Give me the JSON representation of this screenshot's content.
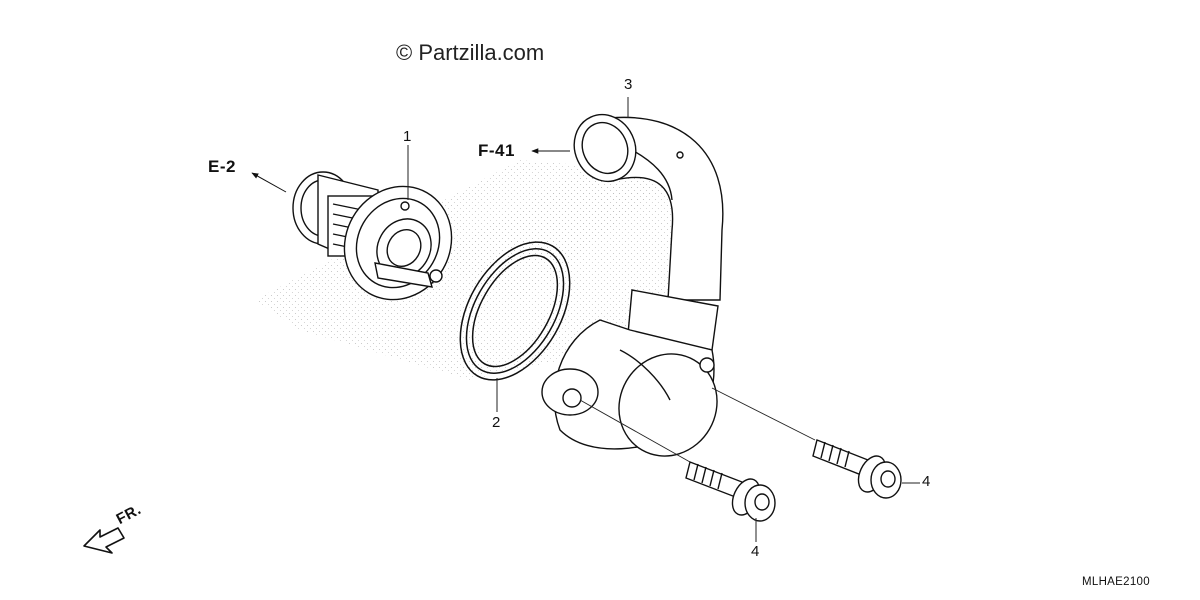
{
  "watermark": "© Partzilla.com",
  "diagram_code": "MLHAE2100",
  "direction_label": "FR.",
  "refs": {
    "left": "E-2",
    "top": "F-41"
  },
  "parts": [
    {
      "callout": "1",
      "name": "thermostat"
    },
    {
      "callout": "2",
      "name": "o-ring"
    },
    {
      "callout": "3",
      "name": "thermostat cover with hose"
    },
    {
      "callout": "4",
      "name": "flange bolt"
    },
    {
      "callout": "4",
      "name": "flange bolt"
    }
  ]
}
